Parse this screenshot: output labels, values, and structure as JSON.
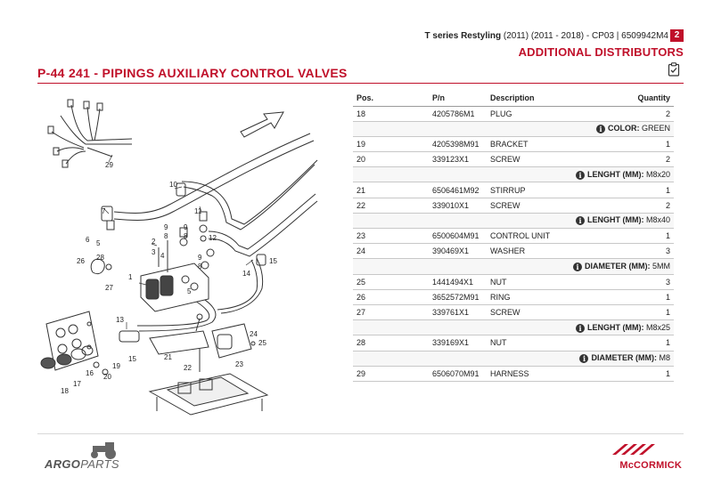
{
  "header": {
    "series_bold": "T series Restyling",
    "series_rest": "(2011) (2011 - 2018) - CP03 | 6509942M4",
    "page_number": "2",
    "section": "ADDITIONAL DISTRIBUTORS",
    "title": "P-44 241 -  PIPINGS AUXILIARY CONTROL VALVES",
    "accent_color": "#c0102a"
  },
  "table": {
    "headers": {
      "pos": "Pos.",
      "pn": "P/n",
      "desc": "Description",
      "qty": "Quantity"
    },
    "rows": [
      {
        "pos": "18",
        "pn": "4205786M1",
        "desc": "PLUG",
        "qty": "2"
      },
      {
        "note_label": "COLOR:",
        "note_value": "GREEN"
      },
      {
        "pos": "19",
        "pn": "4205398M91",
        "desc": "BRACKET",
        "qty": "1"
      },
      {
        "pos": "20",
        "pn": "339123X1",
        "desc": "SCREW",
        "qty": "2"
      },
      {
        "note_label": "LENGHT (MM):",
        "note_value": "M8x20"
      },
      {
        "pos": "21",
        "pn": "6506461M92",
        "desc": "STIRRUP",
        "qty": "1"
      },
      {
        "pos": "22",
        "pn": "339010X1",
        "desc": "SCREW",
        "qty": "2"
      },
      {
        "note_label": "LENGHT (MM):",
        "note_value": "M8x40"
      },
      {
        "pos": "23",
        "pn": "6500604M91",
        "desc": "CONTROL UNIT",
        "qty": "1"
      },
      {
        "pos": "24",
        "pn": "390469X1",
        "desc": "WASHER",
        "qty": "3"
      },
      {
        "note_label": "DIAMETER (MM):",
        "note_value": "5MM"
      },
      {
        "pos": "25",
        "pn": "1441494X1",
        "desc": "NUT",
        "qty": "3"
      },
      {
        "pos": "26",
        "pn": "3652572M91",
        "desc": "RING",
        "qty": "1"
      },
      {
        "pos": "27",
        "pn": "339761X1",
        "desc": "SCREW",
        "qty": "1"
      },
      {
        "note_label": "LENGHT (MM):",
        "note_value": "M8x25"
      },
      {
        "pos": "28",
        "pn": "339169X1",
        "desc": "NUT",
        "qty": "1"
      },
      {
        "note_label": "DIAMETER (MM):",
        "note_value": "M8"
      },
      {
        "pos": "29",
        "pn": "6506070M91",
        "desc": "HARNESS",
        "qty": "1"
      }
    ]
  },
  "diagram": {
    "callouts": [
      "29",
      "10",
      "7",
      "11",
      "9",
      "8",
      "6",
      "5",
      "12",
      "2",
      "3",
      "4",
      "28",
      "26",
      "1",
      "14",
      "15",
      "27",
      "13",
      "16",
      "17",
      "18",
      "19",
      "20",
      "15",
      "21",
      "22",
      "23",
      "24",
      "25",
      "9",
      "8",
      "9",
      "8",
      "5"
    ]
  },
  "footer": {
    "left_brand_bold": "ARGO",
    "left_brand_rest": "PARTS",
    "right_brand": "McCORMICK"
  }
}
